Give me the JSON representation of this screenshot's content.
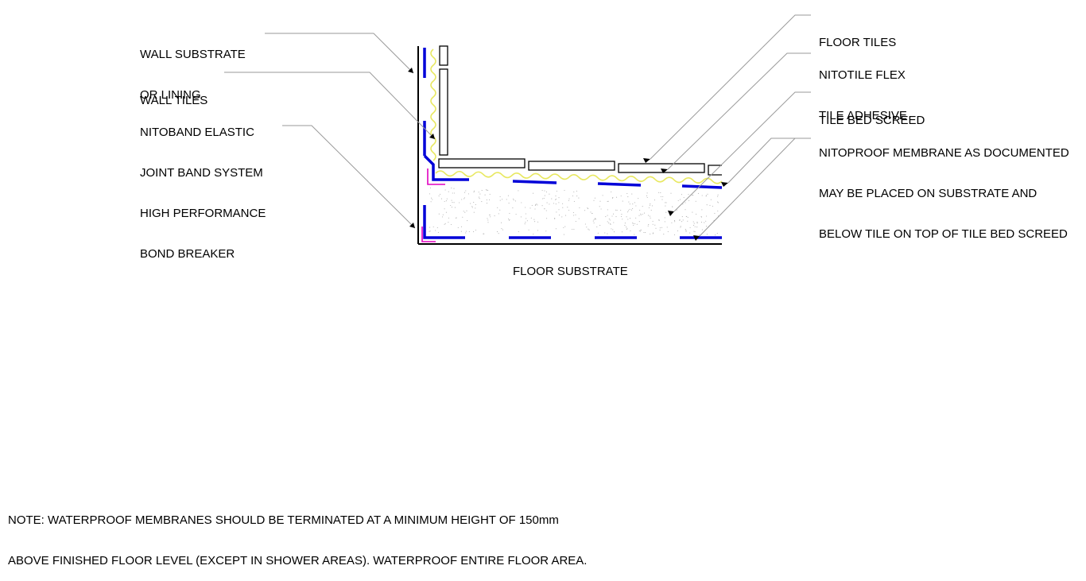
{
  "labels": {
    "wall_substrate": [
      "WALL SUBSTRATE",
      "OR LINING"
    ],
    "wall_tiles": [
      "WALL TILES"
    ],
    "nitoband": [
      "NITOBAND ELASTIC",
      "JOINT BAND SYSTEM",
      "HIGH PERFORMANCE",
      "BOND BREAKER"
    ],
    "floor_tiles": [
      "FLOOR TILES"
    ],
    "nitotile": [
      "NITOTILE FLEX",
      "TILE ADHESIVE"
    ],
    "tile_bed": [
      "TILE BED SCREED"
    ],
    "nitoproof": [
      "NITOPROOF MEMBRANE AS DOCUMENTED",
      "MAY BE PLACED ON SUBSTRATE AND",
      "BELOW TILE ON TOP OF TILE BED SCREED"
    ]
  },
  "floor_substrate": "FLOOR SUBSTRATE",
  "note": [
    "NOTE: WATERPROOF MEMBRANES SHOULD BE TERMINATED AT A MINIMUM HEIGHT OF 150mm",
    "ABOVE FINISHED FLOOR LEVEL (EXCEPT IN SHOWER AREAS). WATERPROOF ENTIRE FLOOR AREA."
  ],
  "colors": {
    "line": "#000000",
    "leader": "#9a9a9a",
    "membrane": "#0000d8",
    "adhesive": "#e8e860",
    "bond_breaker": "#e000c0",
    "screed_dots": "#b0b0b0"
  }
}
